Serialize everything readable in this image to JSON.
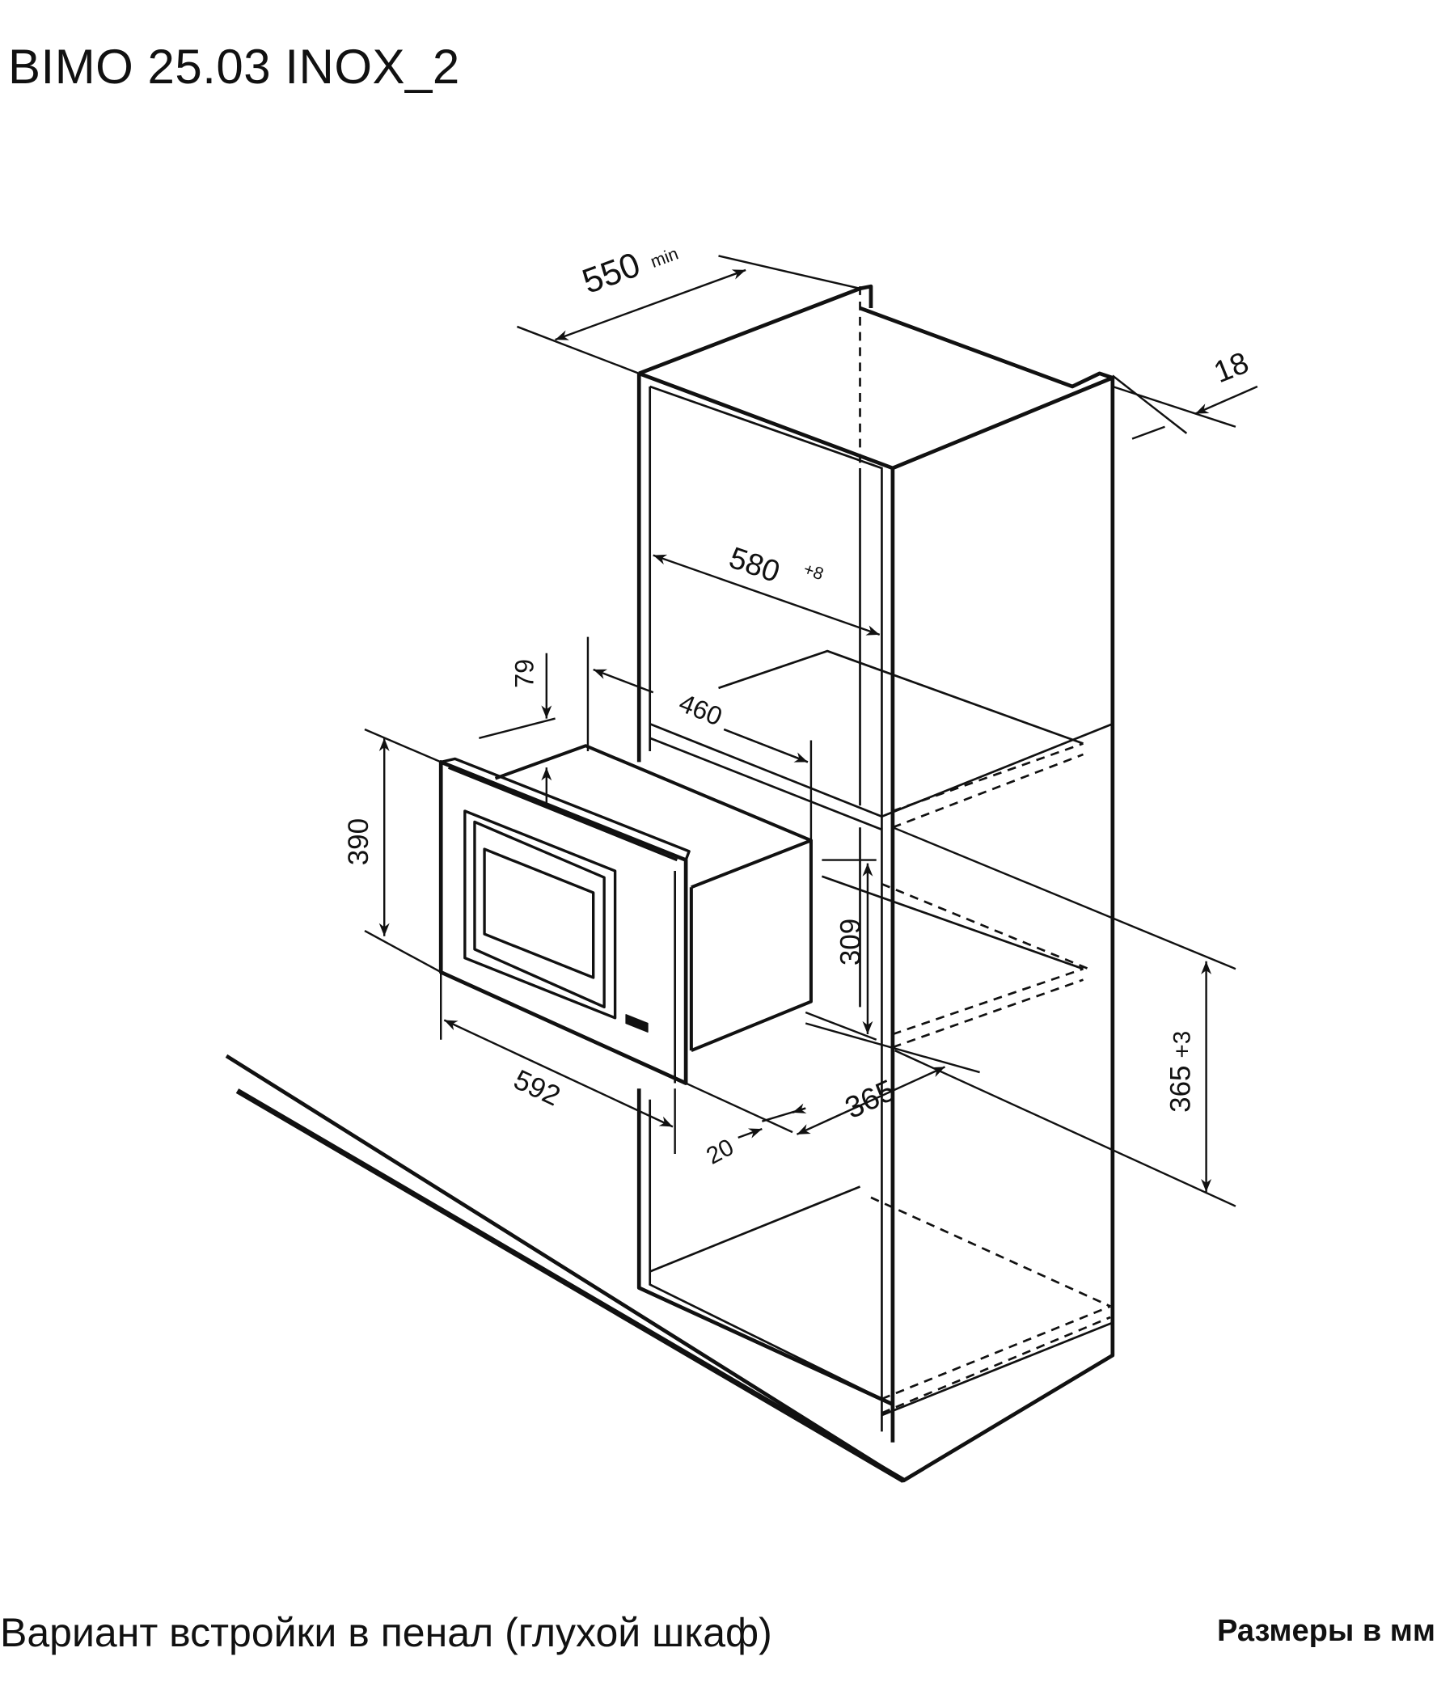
{
  "title": "BIMO 25.03 INOX_2",
  "caption": "Вариант встройки в пенал (глухой шкаф)",
  "units_note": "Размеры в мм",
  "dimensions": {
    "depth_min": "550",
    "depth_min_sup": "min",
    "panel": "18",
    "niche_width": "580",
    "niche_width_tol": "+8",
    "offset_top": "79",
    "depth": "460",
    "height": "390",
    "body_height": "309",
    "width": "592",
    "frame": "20",
    "body_depth": "365",
    "niche_height": "365",
    "niche_height_tol": "+3"
  }
}
